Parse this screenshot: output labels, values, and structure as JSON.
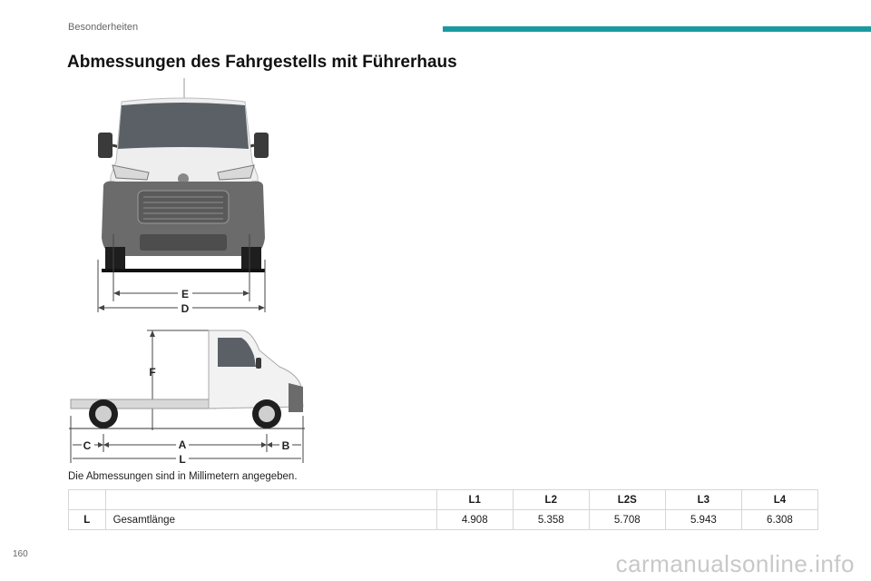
{
  "header": {
    "section": "Besonderheiten"
  },
  "title": "Abmessungen des Fahrgestells mit Führerhaus",
  "figure": {
    "dimension_labels": {
      "E": "E",
      "D": "D",
      "F": "F",
      "C": "C",
      "A": "A",
      "B": "B",
      "L": "L"
    }
  },
  "note": "Die Abmessungen sind in Millimetern angegeben.",
  "table": {
    "columns": [
      "L1",
      "L2",
      "L2S",
      "L3",
      "L4"
    ],
    "rows": [
      {
        "code": "L",
        "label": "Gesamtlänge",
        "values": [
          "4.908",
          "5.358",
          "5.708",
          "5.943",
          "6.308"
        ]
      }
    ]
  },
  "footer": {
    "page_number": "160",
    "watermark": "carmanualsonline.info"
  },
  "colors": {
    "accent": "#1a9aa0"
  }
}
